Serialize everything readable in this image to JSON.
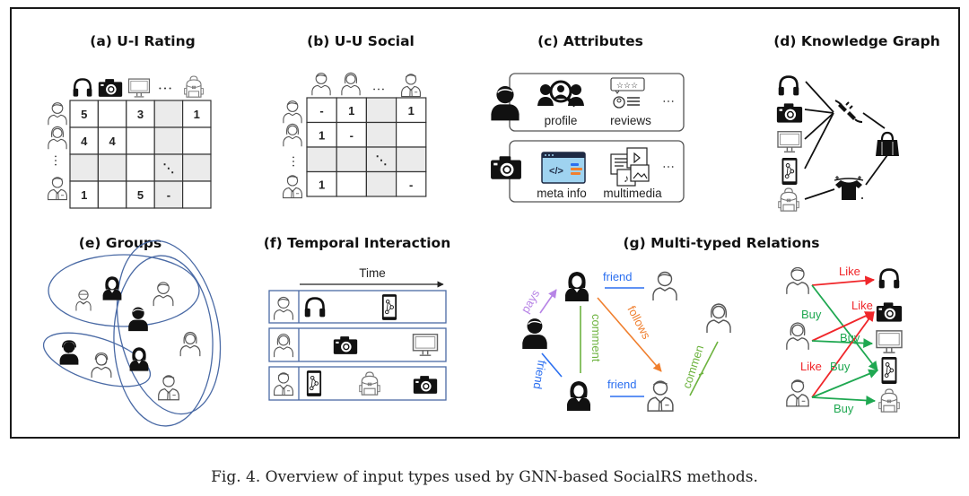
{
  "panels": {
    "a": {
      "title": "(a) U-I Rating",
      "items": [
        "headphones",
        "camera",
        "monitor",
        "...",
        "backpack"
      ],
      "users": [
        "man",
        "woman",
        "ellipsis",
        "businessman"
      ],
      "matrix": [
        [
          "5",
          "",
          "3",
          "",
          "1"
        ],
        [
          "4",
          "4",
          "",
          "",
          ""
        ],
        [
          "",
          "",
          "",
          "⋱",
          ""
        ],
        [
          "1",
          "",
          "5",
          "-",
          ""
        ]
      ]
    },
    "b": {
      "title": "(b) U-U Social",
      "cols": [
        "man",
        "woman",
        "...",
        "businessman"
      ],
      "users": [
        "man",
        "woman",
        "ellipsis",
        "businessman"
      ],
      "matrix": [
        [
          "-",
          "1",
          "",
          "1"
        ],
        [
          "1",
          "-",
          "",
          ""
        ],
        [
          "",
          "",
          "⋱",
          ""
        ],
        [
          "1",
          "",
          "",
          "-"
        ]
      ]
    },
    "c": {
      "title": "(c) Attributes",
      "user_attrs": [
        "profile",
        "reviews"
      ],
      "item_attrs": [
        "meta info",
        "multimedia"
      ],
      "ellipsis": "..."
    },
    "d": {
      "title": "(d) Knowledge Graph",
      "items": [
        "headphones",
        "camera",
        "monitor",
        "phone",
        "backpack"
      ],
      "entities": [
        "electronics-plug",
        "bag",
        "clothing"
      ]
    },
    "e": {
      "title": "(e) Groups",
      "members": [
        "glasses-man",
        "woman-dark",
        "man",
        "man-dark",
        "headset-dark",
        "headset-user",
        "woman-dark-2",
        "woman",
        "businessman"
      ]
    },
    "f": {
      "title": "(f) Temporal Interaction",
      "axis_label": "Time",
      "sequences": [
        {
          "user": "man",
          "items": [
            "headphones",
            "phone"
          ]
        },
        {
          "user": "woman",
          "items": [
            "camera",
            "monitor"
          ]
        },
        {
          "user": "businessman",
          "items": [
            "phone",
            "backpack",
            "camera"
          ]
        }
      ]
    },
    "g": {
      "title": "(g) Multi-typed Relations",
      "social_edges": [
        {
          "label": "pays",
          "color": "#b784e6"
        },
        {
          "label": "friend",
          "color": "#2b6ff0"
        },
        {
          "label": "comment",
          "color": "#6db33f"
        },
        {
          "label": "follows",
          "color": "#f07f2e"
        },
        {
          "label": "friend",
          "color": "#2b6ff0"
        },
        {
          "label": "friend",
          "color": "#2b6ff0"
        },
        {
          "label": "commen",
          "color": "#6db33f"
        }
      ],
      "ui_edges": [
        {
          "user": 1,
          "item": "headphones",
          "label": "Like",
          "color": "#f0262a"
        },
        {
          "user": 1,
          "item": "phone",
          "label": "Buy",
          "color": "#1fa851"
        },
        {
          "user": 2,
          "item": "camera",
          "label": "Like",
          "color": "#f0262a"
        },
        {
          "user": 2,
          "item": "monitor",
          "label": "Buy",
          "color": "#1fa851"
        },
        {
          "user": 3,
          "item": "camera",
          "label": "Like",
          "color": "#f0262a"
        },
        {
          "user": 3,
          "item": "phone",
          "label": "Buy",
          "color": "#1fa851"
        },
        {
          "user": 3,
          "item": "backpack",
          "label": "Buy",
          "color": "#1fa851"
        }
      ]
    }
  },
  "caption": "Fig. 4.  Overview of input types used by GNN-based SocialRS methods.",
  "colors": {
    "group_ellipse": "#4a6aa5",
    "timeline_box": "#4a6aa5",
    "grey_cell": "#ebebeb",
    "meta_fill": "#9fd3f0"
  }
}
